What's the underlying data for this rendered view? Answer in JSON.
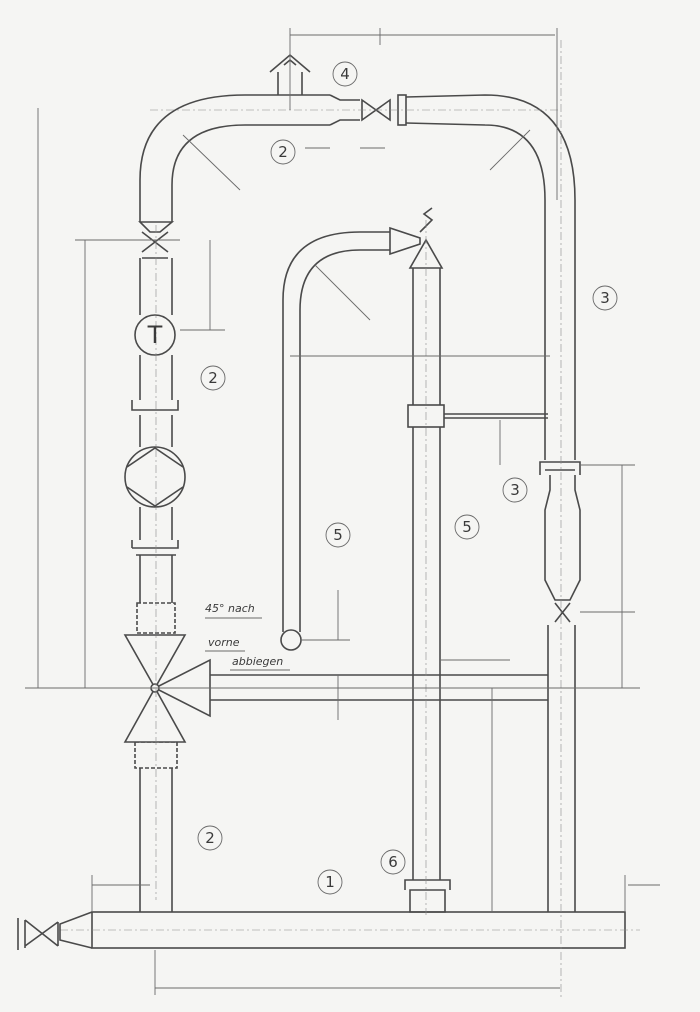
{
  "drawing": {
    "title": "Piping installation sketch",
    "part_labels": [
      "1",
      "2",
      "2",
      "2",
      "3",
      "3",
      "4",
      "5",
      "5",
      "6"
    ],
    "thermometer_symbol": "T",
    "note": {
      "line1": "45° nach",
      "line2": "vorne",
      "line3": "abbiegen"
    }
  }
}
